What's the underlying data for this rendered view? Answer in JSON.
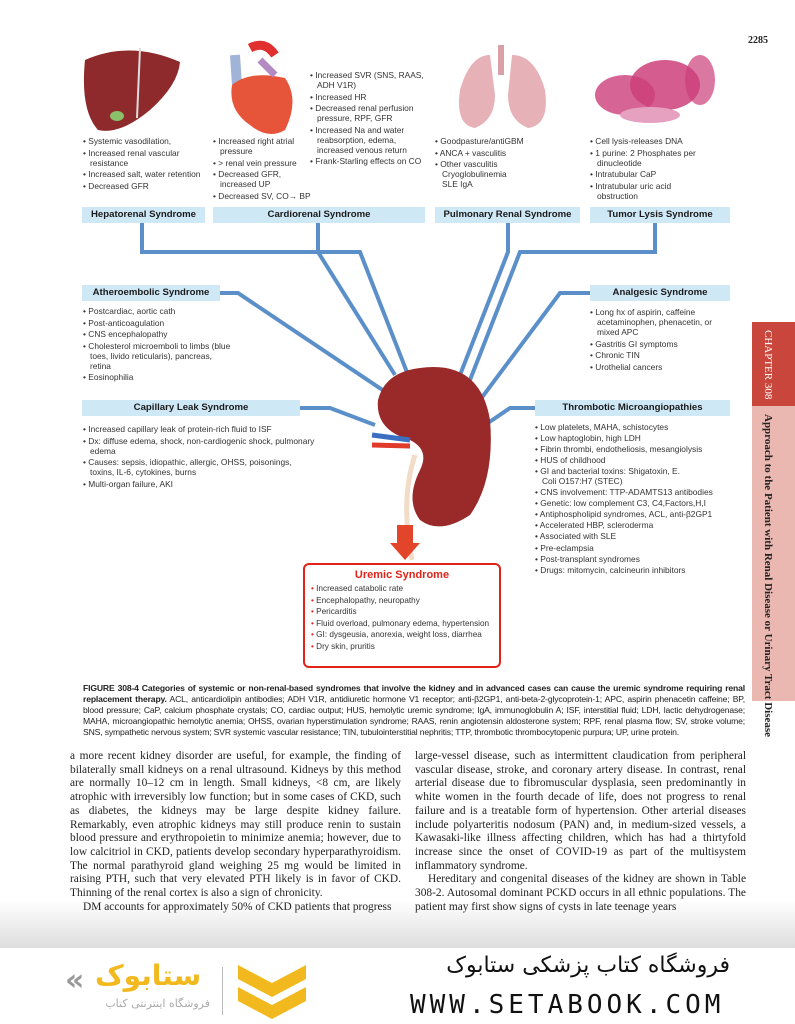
{
  "page_number": "2285",
  "diagram": {
    "hepatorenal": {
      "label": "Hepatorenal Syndrome",
      "items": [
        "Systemic vasodilation,",
        "Increased renal vascular resistance",
        "Increased salt, water retention",
        "Decreased GFR"
      ]
    },
    "cardiorenal": {
      "label": "Cardiorenal Syndrome",
      "items_left": [
        "Increased right atrial pressure",
        "> renal vein pressure",
        "Decreased GFR, increased UP",
        "Decreased SV, CO→ BP"
      ],
      "items_right": [
        "Increased SVR (SNS, RAAS, ADH V1R)",
        "Increased HR",
        "Decreased renal perfusion pressure, RPF, GFR",
        "Increased Na and water reabsorption, edema, increased venous return",
        "Frank-Starling effects on CO"
      ]
    },
    "pulmonary": {
      "label": "Pulmonary Renal Syndrome",
      "items": [
        "Goodpasture/antiGBM",
        "ANCA + vasculitis",
        "Other vasculitis Cryoglobulinemia SLE IgA"
      ]
    },
    "tumor": {
      "label": "Tumor Lysis Syndrome",
      "items": [
        "Cell lysis-releases DNA",
        "1 purine: 2 Phosphates per dinucleotide",
        "Intratubular CaP",
        "Intratubular uric acid obstruction"
      ]
    },
    "atheroembolic": {
      "label": "Atheroembolic Syndrome",
      "items": [
        "Postcardiac, aortic cath",
        "Post-anticoagulation",
        "CNS encephalopathy",
        "Cholesterol microemboli to limbs (blue toes, livido reticularis), pancreas, retina",
        "Eosinophilia"
      ]
    },
    "analgesic": {
      "label": "Analgesic Syndrome",
      "items": [
        "Long hx of aspirin, caffeine acetaminophen, phenacetin, or mixed APC",
        "Gastritis GI symptoms",
        "Chronic TIN",
        "Urothelial cancers"
      ]
    },
    "capillary": {
      "label": "Capillary Leak Syndrome",
      "items": [
        "Increased capillary leak of protein-rich fluid to ISF",
        "Dx: diffuse edema, shock, non-cardiogenic shock, pulmonary edema",
        "Causes: sepsis, idiopathic, allergic, OHSS, poisonings, toxins, IL-6, cytokines, burns",
        "Multi-organ failure, AKI"
      ]
    },
    "thrombotic": {
      "label": "Thrombotic Microangiopathies",
      "items": [
        "Low platelets, MAHA, schistocytes",
        "Low haptoglobin, high LDH",
        "Fibrin thrombi, endotheliosis, mesangiolysis",
        "HUS of childhood",
        "GI and bacterial toxins: Shigatoxin, E. Coli O157:H7 (STEC)",
        "CNS involvement: TTP-ADAMTS13 antibodies",
        "Genetic: low complement C3, C4,Factors,H,I",
        "Antiphospholipid syndromes, ACL, anti-β2GP1",
        "Accelerated HBP, scleroderma",
        "Associated with SLE",
        "Pre-eclampsia",
        "Post-transplant syndromes",
        "Drugs: mitomycin, calcineurin inhibitors"
      ]
    },
    "uremic": {
      "label": "Uremic Syndrome",
      "items": [
        "Increased catabolic rate",
        "Encephalopathy, neuropathy",
        "Pericarditis",
        "Fluid overload, pulmonary edema, hypertension",
        "GI: dysgeusia, anorexia, weight loss, diarrhea",
        "Dry skin, pruritis"
      ]
    }
  },
  "caption": {
    "title": "FIGURE 308-4  Categories of systemic or non-renal-based syndromes that involve the kidney and in advanced cases can cause the uremic syndrome requiring renal replacement therapy.",
    "text": " ACL, anticardiolipin antibodies; ADH V1R, antidiuretic hormone V1 receptor; anti-β2GP1, anti-beta-2-glycoprotein-1; APC, aspirin phenacetin caffeine; BP, blood pressure; CaP, calcium phosphate crystals; CO, cardiac output; HUS, hemolytic uremic syndrome; IgA, immunoglobulin A; ISF, interstitial fluid; LDH, lactic dehydrogenase; MAHA, microangiopathic hemolytic anemia; OHSS, ovarian hyperstimulation syndrome; RAAS, renin angiotensin aldosterone system; RPF, renal plasma flow; SV, stroke volume; SNS, sympathetic nervous system; SVR systemic vascular resistance; TIN, tubulointerstitial nephritis; TTP, thrombotic thrombocytopenic purpura; UP, urine protein."
  },
  "body": {
    "left": [
      "a more recent kidney disorder are useful, for example, the finding of bilaterally small kidneys on a renal ultrasound. Kidneys by this method are normally 10–12 cm in length. Small kidneys, <8 cm, are likely atrophic with irreversibly low function; but in some cases of CKD, such as diabetes, the kidneys may be large despite kidney failure. Remarkably, even atrophic kidneys may still produce renin to sustain blood pressure and erythropoietin to minimize anemia; however, due to low calcitriol in CKD, patients develop secondary hyperparathyroidism. The normal parathyroid gland weighing 25 mg would be limited in raising PTH, such that very elevated PTH likely is in favor of CKD. Thinning of the renal cortex is also a sign of chronicity.",
      "DM accounts for approximately 50% of CKD patients that progress"
    ],
    "right": [
      "large-vessel disease, such as intermittent claudication from peripheral vascular disease, stroke, and coronary artery disease. In contrast, renal arterial disease due to fibromuscular dysplasia, seen predominantly in white women in the fourth decade of life, does not progress to renal failure and is a treatable form of hypertension. Other arterial diseases include polyarteritis nodosum (PAN) and, in medium-sized vessels, a Kawasaki-like illness affecting children, which has had a thirtyfold increase since the onset of COVID-19 as part of the multisystem inflammatory syndrome.",
      "Hereditary and congenital diseases of the kidney are shown in Table 308-2. Autosomal dominant PCKD occurs in all ethnic populations. The patient may first show signs of cysts in late teenage years"
    ]
  },
  "side_tab": {
    "chapter": "CHAPTER 308",
    "title": "Approach to the Patient with Renal Disease or Urinary Tract Disease"
  },
  "footer": {
    "store_name": "فروشگاه کتاب پزشکی ستابوک",
    "url": "WWW.SETABOOK.COM",
    "logo_text": "ستابوک",
    "logo_sub": "فروشگاه اینترنتی کتاب"
  },
  "colors": {
    "label_bg": "#cfe8f6",
    "arrow": "#5b8fc9",
    "uremic": "#e2231a",
    "tab": "#c9463c",
    "brand_yellow": "#f2b91e"
  }
}
